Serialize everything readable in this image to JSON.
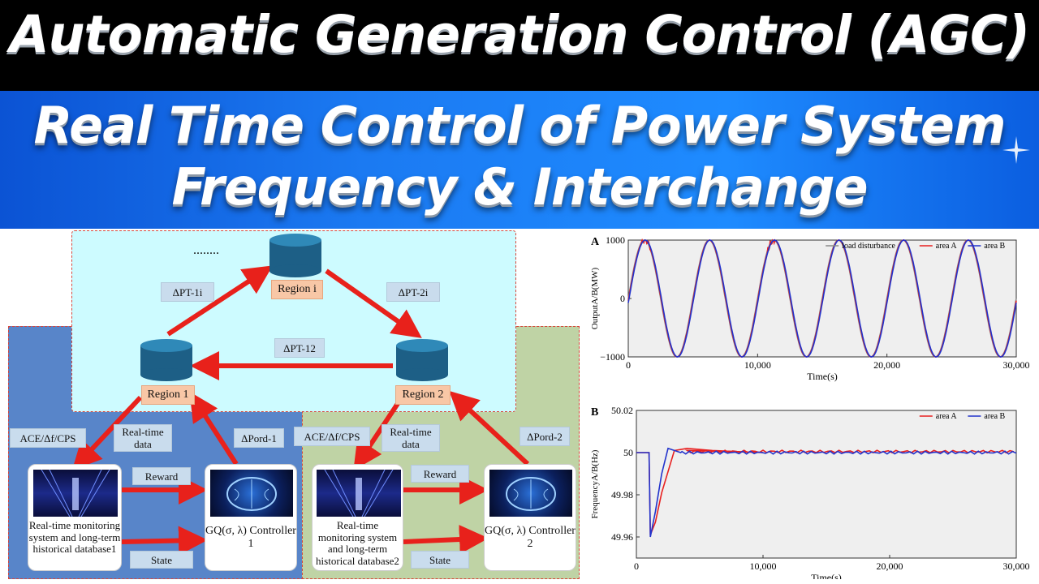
{
  "header": {
    "title": "Automatic Generation Control (AGC)",
    "subtitle_line1": "Real Time Control of Power System",
    "subtitle_line2": "Frequency & Interchange"
  },
  "diagram": {
    "dots": "........",
    "region_i": "Region i",
    "region_1": "Region 1",
    "region_2": "Region 2",
    "dp_t1i": "ΔPT-1i",
    "dp_t2i": "ΔPT-2i",
    "dp_t12": "ΔPT-12",
    "ace_1": "ACE/Δf/CPS",
    "ace_2": "ACE/Δf/CPS",
    "rt_data_1": "Real-time data",
    "rt_data_2": "Real-time data",
    "dp_ord1": "ΔPord-1",
    "dp_ord2": "ΔPord-2",
    "reward_1": "Reward",
    "reward_2": "Reward",
    "state_1": "State",
    "state_2": "State",
    "monitor_1": "Real-time monitoring system and long-term historical database1",
    "monitor_2": "Real-time monitoring system and long-term historical database2",
    "ctrl_1": "GQ(σ, λ) Controller 1",
    "ctrl_2": "GQ(σ, λ) Controller 2",
    "colors": {
      "arrow": "#e8211b",
      "cyan": "#cdfbff",
      "blue": "#5885c9",
      "green": "#bfd3a5"
    }
  },
  "chart_data": [
    {
      "panel": "A",
      "type": "line",
      "xlabel": "Time(s)",
      "ylabel": "OutputA/B(MW)",
      "xlim": [
        0,
        30000
      ],
      "ylim": [
        -1000,
        1000
      ],
      "xticks": [
        "0",
        "10,000",
        "20,000",
        "30,000"
      ],
      "yticks": [
        "1000",
        "0",
        "−1000"
      ],
      "legend": [
        "load disturbance",
        "area A",
        "area B"
      ],
      "legend_position": "top-right",
      "series": [
        {
          "name": "load disturbance",
          "color": "#8a8a8a",
          "kind": "sine",
          "amplitude": 1000,
          "period_s": 5000
        },
        {
          "name": "area A",
          "color": "#e82020",
          "kind": "sine",
          "amplitude": 1000,
          "period_s": 5000
        },
        {
          "name": "area B",
          "color": "#2233cc",
          "kind": "sine",
          "amplitude": 1000,
          "period_s": 5000
        }
      ]
    },
    {
      "panel": "B",
      "type": "line",
      "xlabel": "Time(s)",
      "ylabel": "FrequencyA/B(Hz)",
      "xlim": [
        0,
        30000
      ],
      "ylim": [
        49.95,
        50.02
      ],
      "xticks": [
        "0",
        "10,000",
        "20,000",
        "30,000"
      ],
      "yticks": [
        "50.02",
        "50",
        "49.98",
        "49.96"
      ],
      "legend": [
        "area A",
        "area B"
      ],
      "legend_position": "top-right",
      "series": [
        {
          "name": "area A",
          "color": "#e82020",
          "x": [
            0,
            1000,
            1100,
            1500,
            2000,
            3000,
            4000,
            6000,
            10000,
            30000
          ],
          "y": [
            50,
            50,
            49.961,
            49.967,
            49.981,
            50.001,
            50.002,
            50.001,
            50.0,
            50.0
          ]
        },
        {
          "name": "area B",
          "color": "#2233cc",
          "x": [
            0,
            1000,
            1100,
            1500,
            2000,
            2500,
            3500,
            6000,
            10000,
            30000
          ],
          "y": [
            50,
            50,
            49.96,
            49.972,
            49.99,
            50.002,
            50.0,
            50.0,
            50.0,
            50.0
          ]
        }
      ]
    }
  ]
}
